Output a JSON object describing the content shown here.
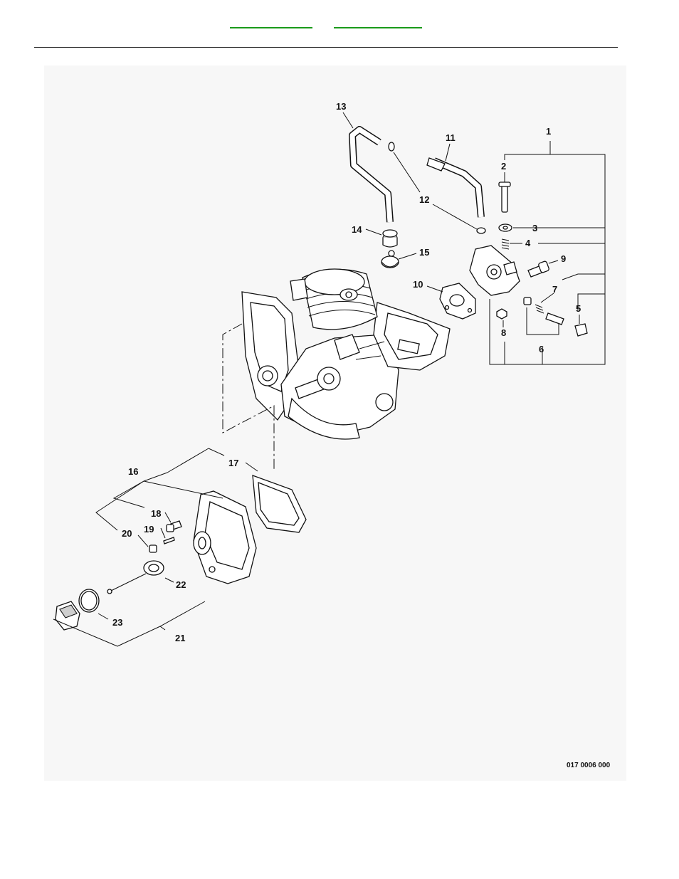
{
  "diagram": {
    "drawing_code": "017 0006 000",
    "callouts": [
      {
        "id": "c1",
        "text": "1"
      },
      {
        "id": "c2",
        "text": "2"
      },
      {
        "id": "c3",
        "text": "3"
      },
      {
        "id": "c4",
        "text": "4"
      },
      {
        "id": "c5",
        "text": "5"
      },
      {
        "id": "c6",
        "text": "6"
      },
      {
        "id": "c7",
        "text": "7"
      },
      {
        "id": "c8",
        "text": "8"
      },
      {
        "id": "c9",
        "text": "9"
      },
      {
        "id": "c10",
        "text": "10"
      },
      {
        "id": "c11",
        "text": "11"
      },
      {
        "id": "c12",
        "text": "12"
      },
      {
        "id": "c13",
        "text": "13"
      },
      {
        "id": "c14",
        "text": "14"
      },
      {
        "id": "c15",
        "text": "15"
      },
      {
        "id": "c16",
        "text": "16"
      },
      {
        "id": "c17",
        "text": "17"
      },
      {
        "id": "c18",
        "text": "18"
      },
      {
        "id": "c19",
        "text": "19"
      },
      {
        "id": "c20",
        "text": "20"
      },
      {
        "id": "c21",
        "text": "21"
      },
      {
        "id": "c22",
        "text": "22"
      },
      {
        "id": "c23",
        "text": "23"
      }
    ]
  }
}
